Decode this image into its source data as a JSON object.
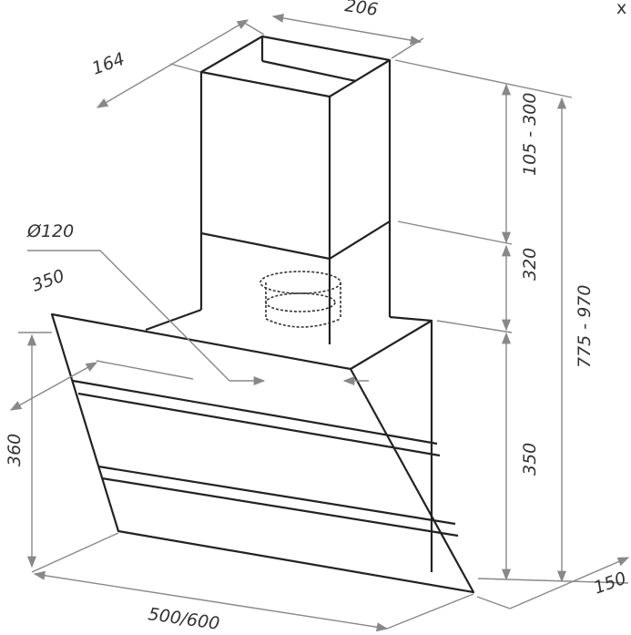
{
  "close_label": "x",
  "dimensions": {
    "chimney_width": "206",
    "chimney_depth": "164",
    "duct_diameter": "Ø120",
    "base_depth": "350",
    "panel_height": "360",
    "width": "500/600",
    "depth_bottom": "150",
    "chimney_upper": "105 - 300",
    "chimney_lower": "320",
    "body_height": "350",
    "total_height": "775 - 970"
  }
}
